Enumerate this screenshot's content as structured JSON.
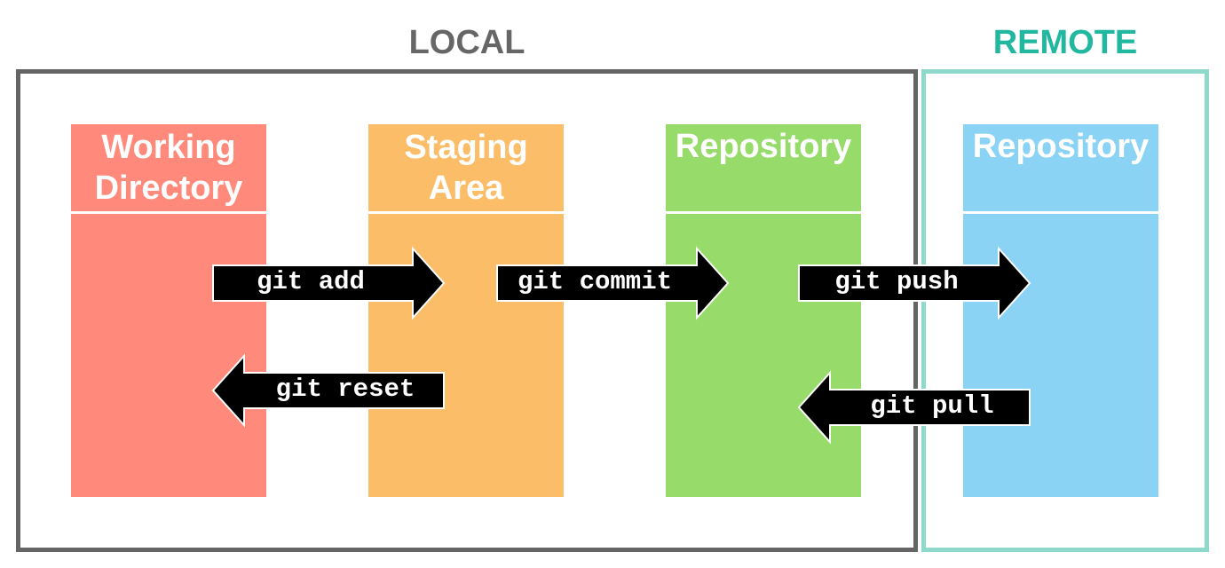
{
  "sections": {
    "local": "LOCAL",
    "remote": "REMOTE"
  },
  "areas": {
    "working_directory": "Working\nDirectory",
    "staging_area": "Staging\nArea",
    "local_repository": "Repository",
    "remote_repository": "Repository"
  },
  "commands": {
    "add": "git add",
    "commit": "git commit",
    "push": "git push",
    "reset": "git reset",
    "pull": "git pull"
  },
  "colors": {
    "local_title": "#666666",
    "remote_title": "#22b8a0",
    "local_frame": "#656565",
    "remote_frame": "#8fd9cc",
    "working_directory": "#ff897b",
    "staging_area": "#fcbd69",
    "local_repository": "#97dc6a",
    "remote_repository": "#8bd3f5",
    "arrow": "#000000"
  }
}
